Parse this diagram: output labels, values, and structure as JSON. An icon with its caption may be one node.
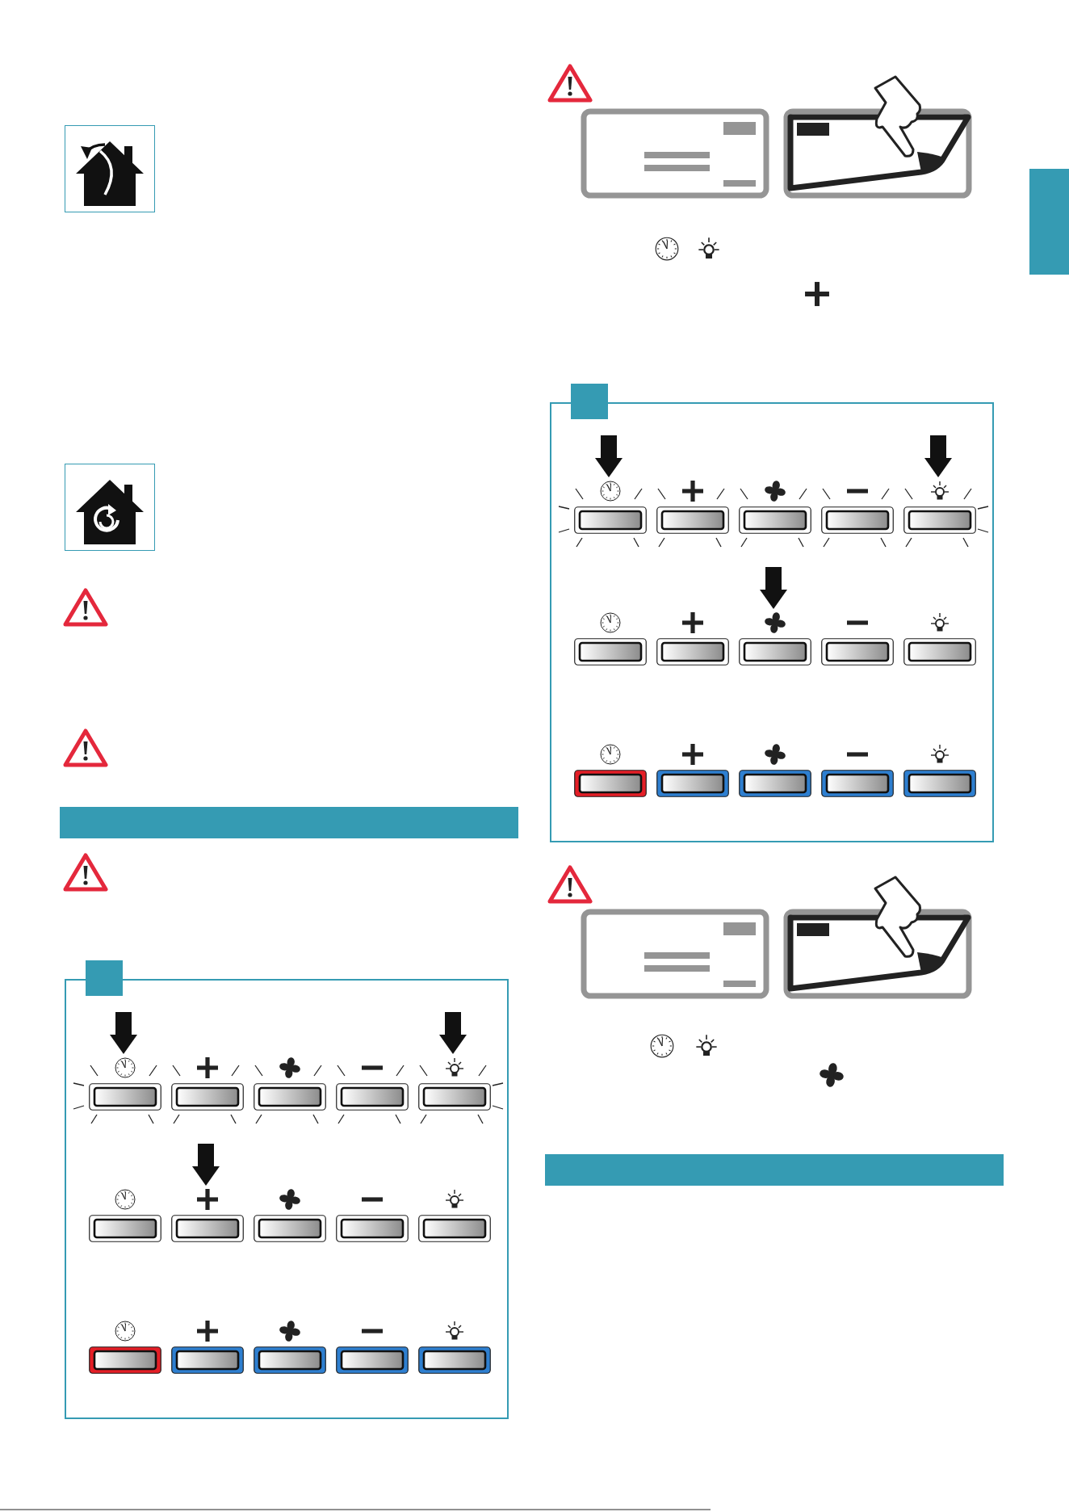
{
  "diagram": {
    "nodes": [
      {
        "text": [],
        "shape": "box"
      },
      {
        "text": [],
        "shape": "button",
        "in": 0
      },
      {
        "text": [],
        "shape": "button",
        "in": 0
      },
      {
        "text": [],
        "shape": "button",
        "in": 0
      },
      {
        "text": [],
        "shape": "button",
        "in": 0
      },
      {
        "text": [],
        "shape": "button",
        "in": 0
      },
      {
        "text": [],
        "shape": "button",
        "in": 0
      },
      {
        "text": [],
        "shape": "button",
        "in": 0
      },
      {
        "text": [],
        "shape": "button",
        "in": 0
      },
      {
        "text": [],
        "shape": "button",
        "in": 0
      },
      {
        "text": [],
        "shape": "button",
        "in": 0
      },
      {
        "text": [],
        "shape": "button",
        "in": 0
      },
      {
        "text": [],
        "shape": "button",
        "in": 0
      },
      {
        "text": [],
        "shape": "button",
        "in": 0
      },
      {
        "text": [],
        "shape": "button",
        "in": 0
      },
      {
        "text": [],
        "shape": "button",
        "in": 0
      },
      {
        "text": [],
        "shape": "box"
      },
      {
        "text": [],
        "shape": "button",
        "in": 16
      },
      {
        "text": [],
        "shape": "button",
        "in": 16
      },
      {
        "text": [],
        "shape": "button",
        "in": 16
      },
      {
        "text": [],
        "shape": "button",
        "in": 16
      },
      {
        "text": [],
        "shape": "button",
        "in": 16
      },
      {
        "text": [],
        "shape": "button",
        "in": 16
      },
      {
        "text": [],
        "shape": "button",
        "in": 16
      },
      {
        "text": [],
        "shape": "button",
        "in": 16
      },
      {
        "text": [],
        "shape": "button",
        "in": 16
      },
      {
        "text": [],
        "shape": "button",
        "in": 16
      },
      {
        "text": [],
        "shape": "button",
        "in": 16
      },
      {
        "text": [],
        "shape": "button",
        "in": 16
      },
      {
        "text": [],
        "shape": "button",
        "in": 16
      },
      {
        "text": [],
        "shape": "button",
        "in": 16
      },
      {
        "text": [],
        "shape": "button",
        "in": 16
      },
      {
        "text": [],
        "shape": "bar"
      }
    ],
    "edges": [
      {
        "from": null,
        "to": 1,
        "arrow": "to"
      },
      {
        "from": null,
        "to": 5,
        "arrow": "to"
      },
      {
        "from": null,
        "to": 7,
        "arrow": "to"
      },
      {
        "from": null,
        "to": 17,
        "arrow": "to"
      },
      {
        "from": null,
        "to": 21,
        "arrow": "to"
      },
      {
        "from": null,
        "to": 24,
        "arrow": "to"
      }
    ]
  }
}
